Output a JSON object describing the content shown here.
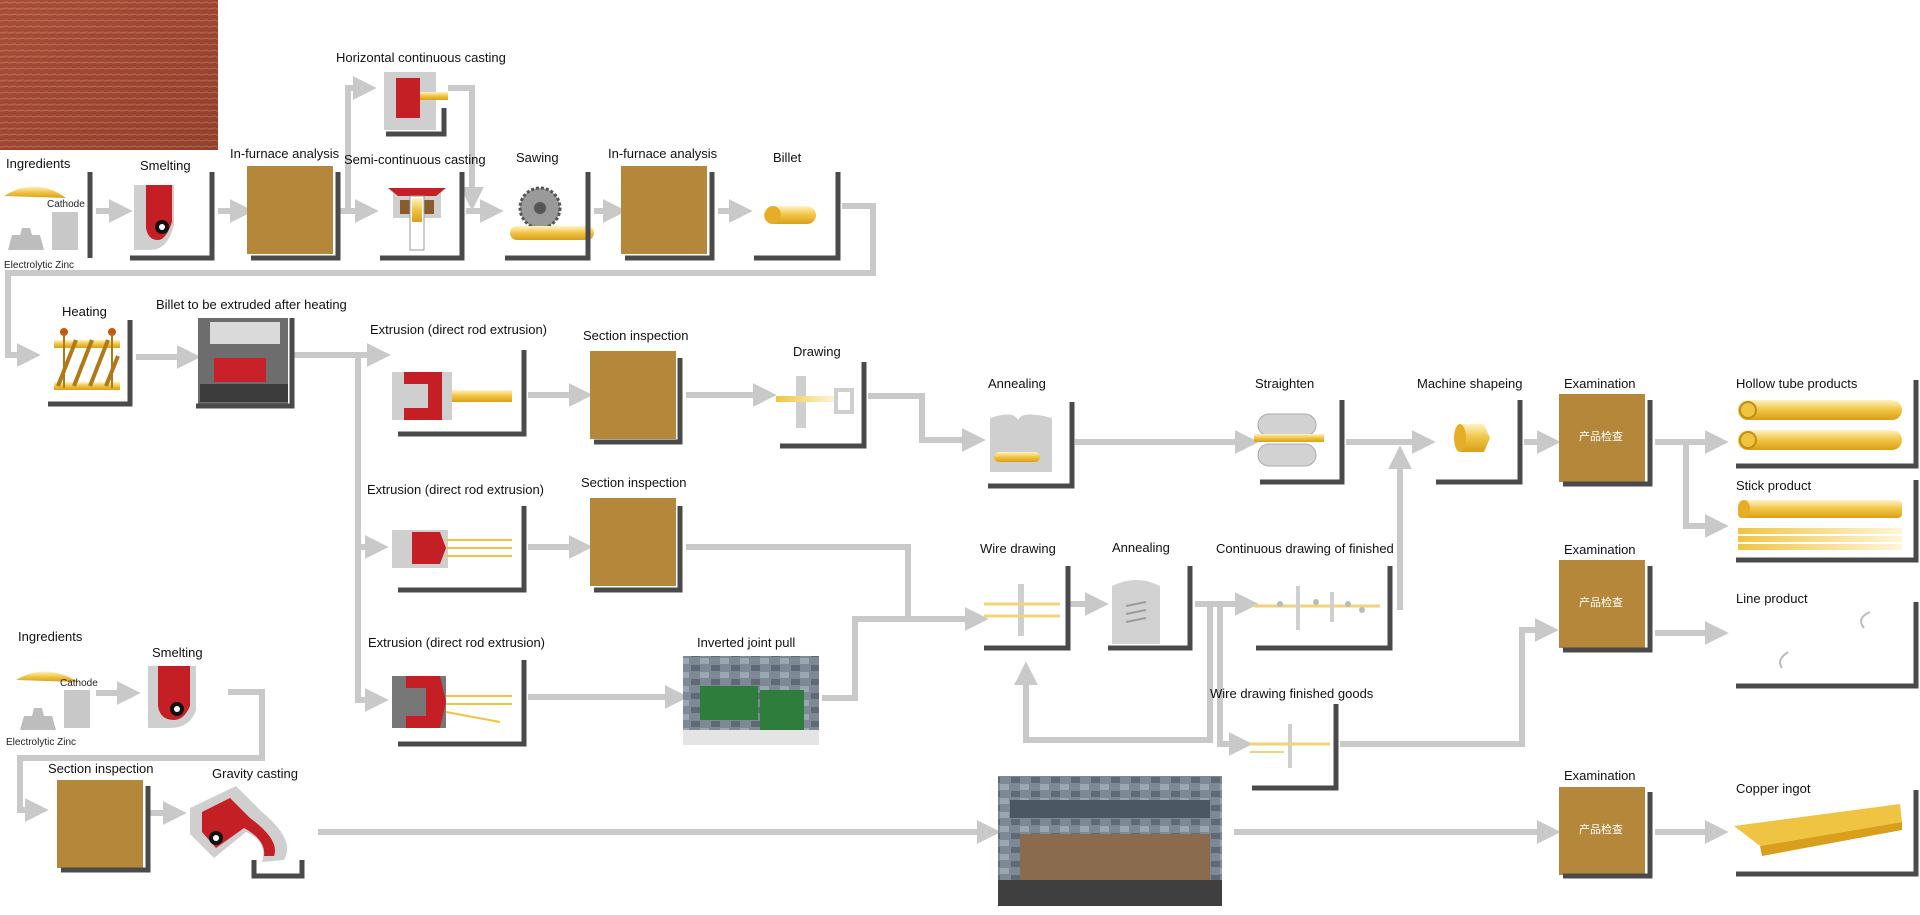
{
  "labels": {
    "ingredients_1": "Ingredients",
    "cathode_1": "Cathode",
    "electrolytic_zinc_1": "Electrolytic Zinc",
    "smelting_1": "Smelting",
    "in_furnace_analysis_1": "In-furnace analysis",
    "horizontal_continuous_casting": "Horizontal continuous casting",
    "semi_continuous_casting": "Semi-continuous casting",
    "sawing": "Sawing",
    "in_furnace_analysis_2": "In-furnace analysis",
    "billet": "Billet",
    "heating": "Heating",
    "billet_extruded": "Billet to be extruded after heating",
    "extrusion_1": "Extrusion (direct rod extrusion)",
    "section_inspection_1": "Section inspection",
    "drawing": "Drawing",
    "annealing_1": "Annealing",
    "straighten": "Straighten",
    "machine_shapeing": "Machine shapeing",
    "examination_1": "Examination",
    "hollow_tube_products": "Hollow tube products",
    "stick_product": "Stick product",
    "extrusion_2": "Extrusion (direct rod extrusion)",
    "section_inspection_2": "Section inspection",
    "wire_drawing": "Wire drawing",
    "annealing_2": "Annealing",
    "continuous_drawing": "Continuous drawing of finished",
    "examination_2": "Examination",
    "line_product": "Line product",
    "extrusion_3": "Extrusion (direct rod extrusion)",
    "inverted_joint_pull": "Inverted joint pull",
    "wire_drawing_finished_goods": "Wire drawing finished goods",
    "ingredients_2": "Ingredients",
    "cathode_2": "Cathode",
    "electrolytic_zinc_2": "Electrolytic Zinc",
    "smelting_2": "Smelting",
    "section_inspection_3": "Section inspection",
    "gravity_casting": "Gravity casting",
    "examination_3": "Examination",
    "copper_ingot": "Copper ingot",
    "stamp_1": "产品检查",
    "stamp_2": "产品检查",
    "stamp_3": "产品检查"
  },
  "colors": {
    "flow_arrow": "#c9c9c9",
    "box_shadow": "#4a4a4a",
    "inspection_gold": "#b5873a",
    "mold_red": "#c41f24",
    "brass": "#f2d37a"
  }
}
